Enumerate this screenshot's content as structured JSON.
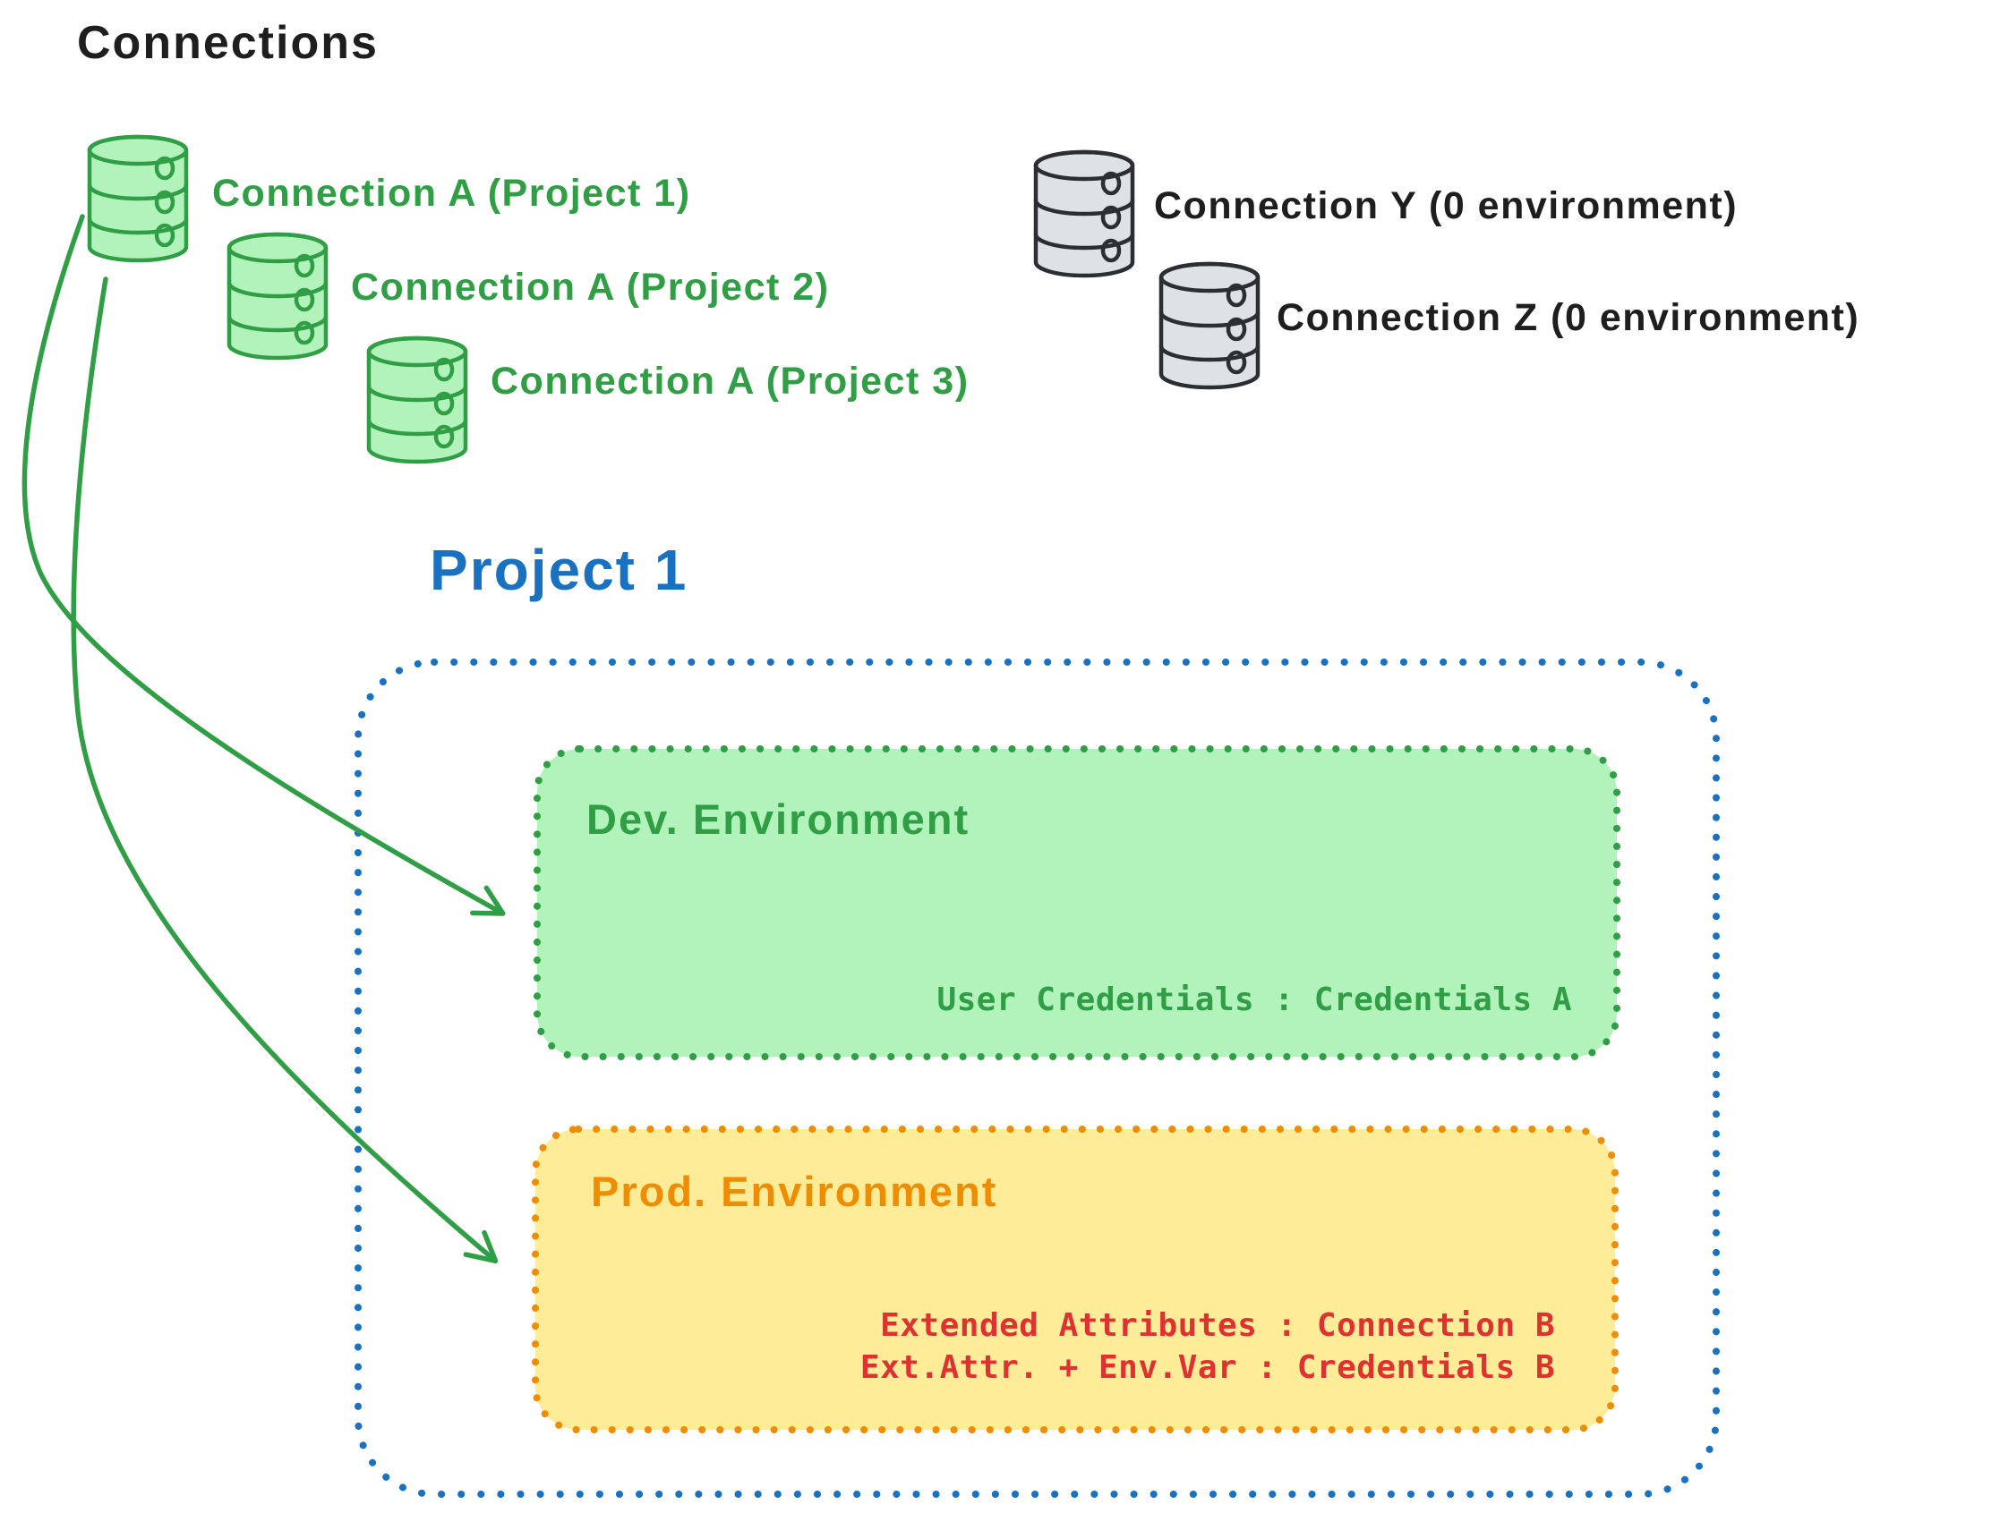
{
  "page_title": "Connections",
  "colors": {
    "green": "#2f9e44",
    "green_fill": "#b2f2bb",
    "blue": "#1971c2",
    "orange": "#f08c00",
    "yellow_fill": "#ffec99",
    "red": "#e03131",
    "gray_fill": "#dee2e6",
    "dark": "#1e1e1e"
  },
  "green_connections": [
    {
      "label": "Connection A (Project 1)"
    },
    {
      "label": "Connection A (Project 2)"
    },
    {
      "label": "Connection A (Project 3)"
    }
  ],
  "gray_connections": [
    {
      "label": "Connection Y (0 environment)"
    },
    {
      "label": "Connection Z (0 environment)"
    }
  ],
  "project": {
    "title": "Project 1",
    "environments": [
      {
        "name": "Dev. Environment",
        "details": [
          "User Credentials : Credentials A"
        ]
      },
      {
        "name": "Prod. Environment",
        "details": [
          "Extended Attributes : Connection B",
          "Ext.Attr. + Env.Var : Credentials B"
        ]
      }
    ]
  }
}
